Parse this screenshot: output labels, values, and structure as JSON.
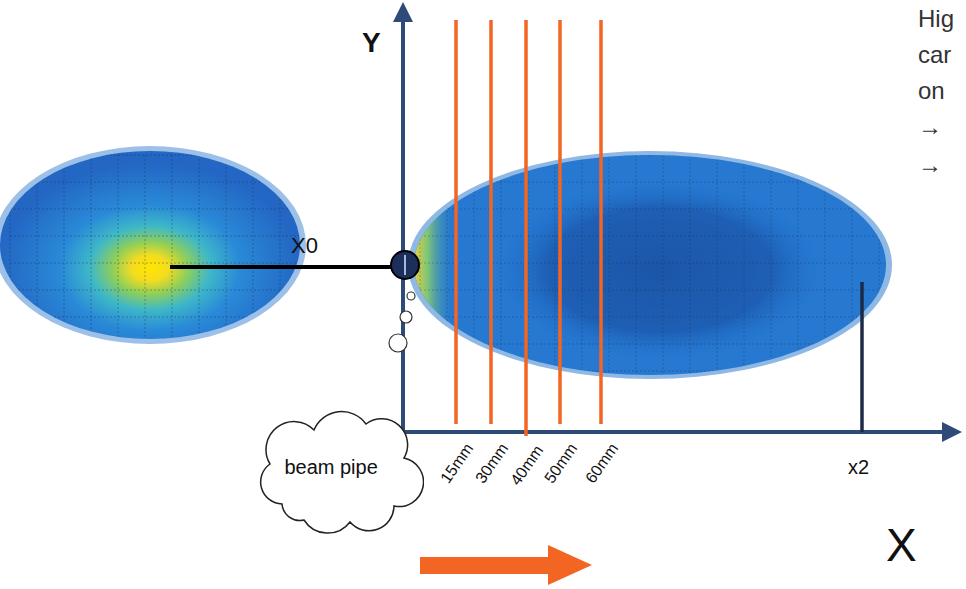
{
  "diagram": {
    "nodes": [
      {
        "text": [
          "beam pipe"
        ]
      }
    ],
    "labels": [
      "Y",
      "X0",
      "15mm",
      "30mm",
      "40mm",
      "50mm",
      "60mm",
      "x2",
      "X",
      "Hig",
      "car",
      "on",
      "→",
      "→"
    ]
  }
}
